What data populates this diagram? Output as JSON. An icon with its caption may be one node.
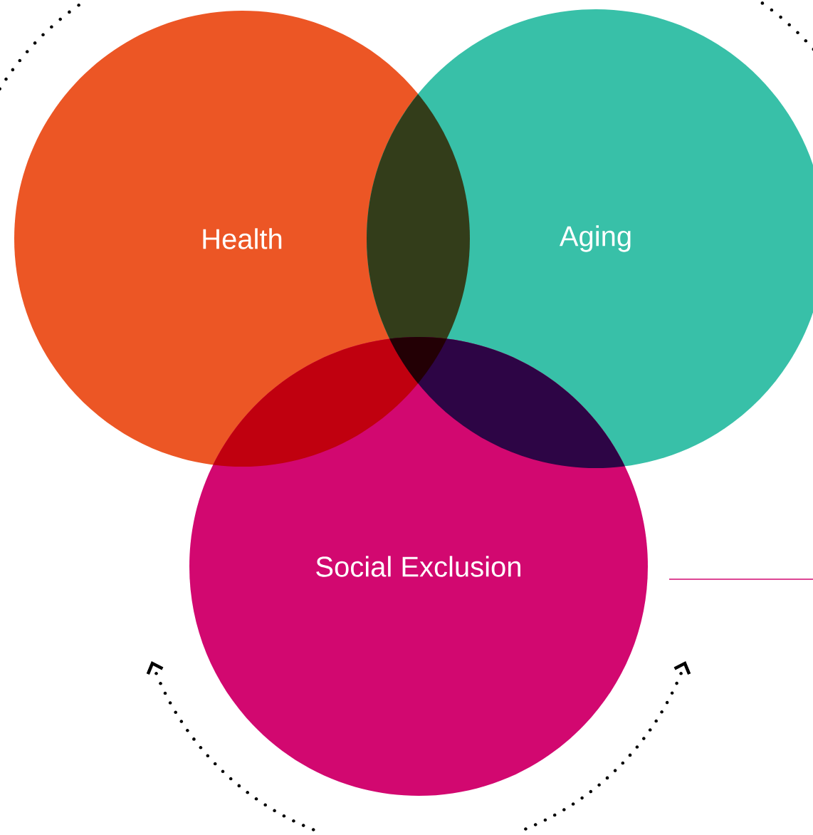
{
  "diagram": {
    "nodes": [
      {
        "text": [
          "Health"
        ]
      },
      {
        "text": [
          "Aging"
        ]
      },
      {
        "text": [
          "Social Exclusion"
        ]
      }
    ]
  }
}
